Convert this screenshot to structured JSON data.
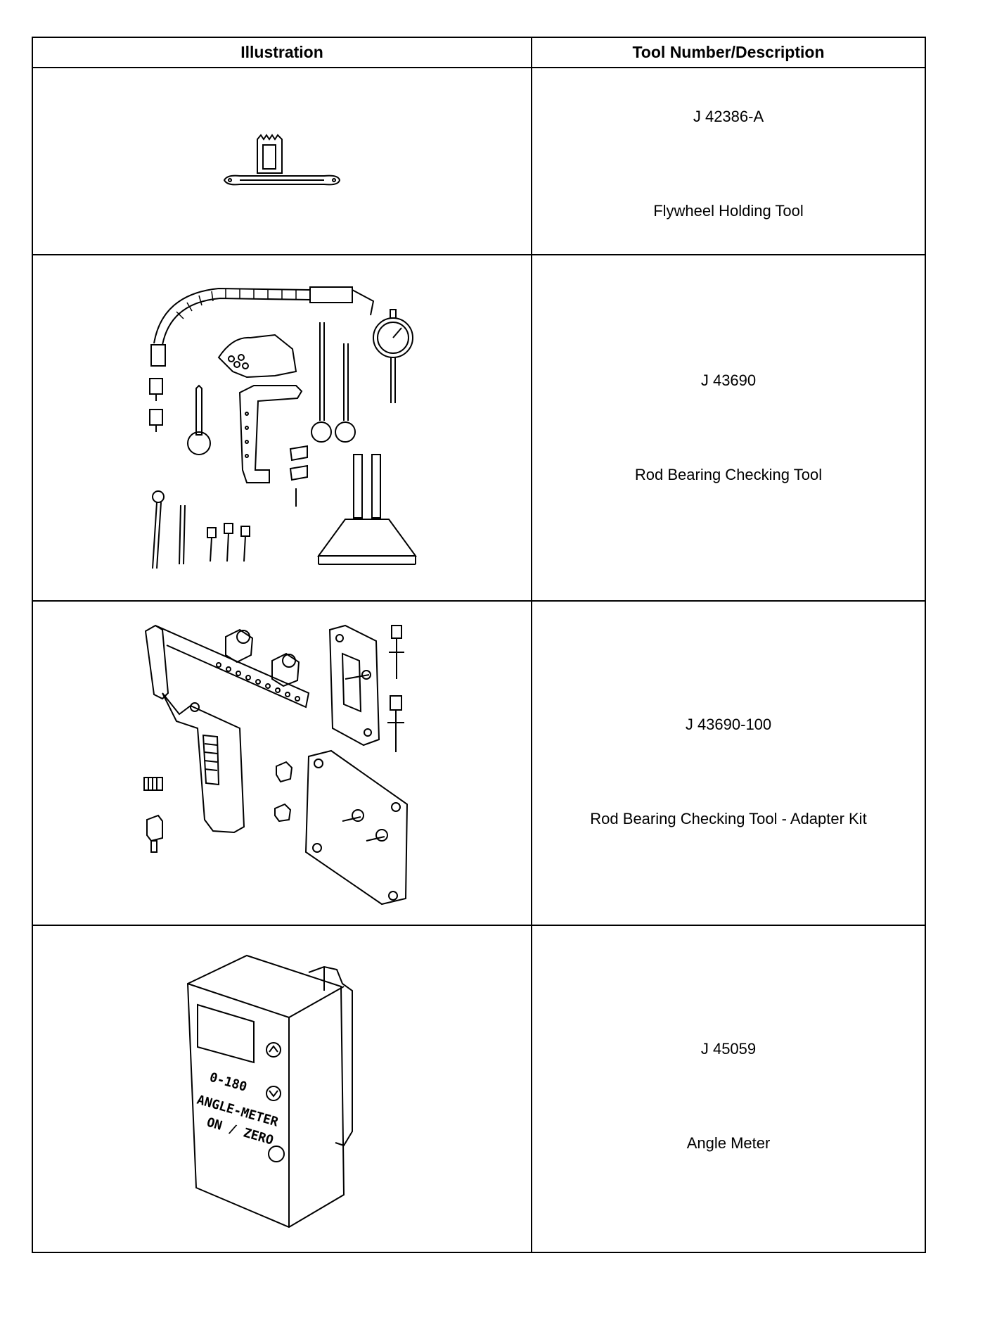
{
  "table": {
    "headers": {
      "illustration": "Illustration",
      "tool": "Tool Number/Description"
    },
    "rows": [
      {
        "number": "J 42386-A",
        "description": "Flywheel Holding Tool",
        "icon": "flywheel-holding-tool-icon"
      },
      {
        "number": "J 43690",
        "description": "Rod Bearing Checking Tool",
        "icon": "rod-bearing-checking-tool-icon"
      },
      {
        "number": "J 43690-100",
        "description": "Rod Bearing Checking Tool - Adapter Kit",
        "icon": "adapter-kit-icon"
      },
      {
        "number": "J 45059",
        "description": "Angle Meter",
        "icon": "angle-meter-icon",
        "device_text": {
          "range": "0-180",
          "line1": "ANGLE-METER",
          "line2": "ON / ZERO"
        }
      }
    ]
  }
}
